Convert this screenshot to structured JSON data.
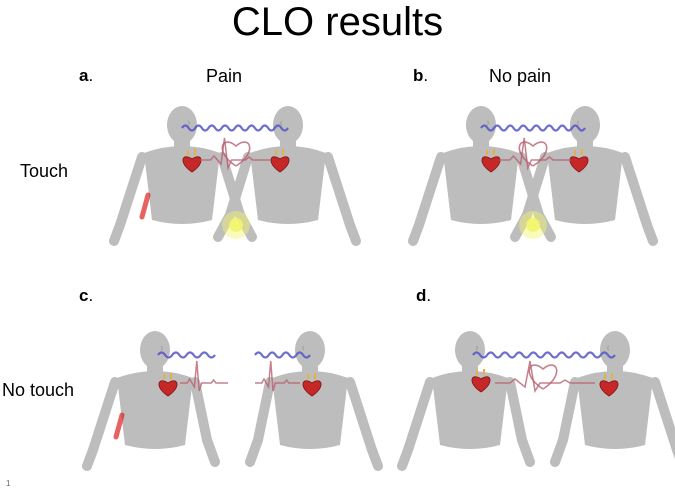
{
  "title": "CLO results",
  "columns": {
    "pain": "Pain",
    "no_pain": "No pain"
  },
  "rows": {
    "touch": "Touch",
    "no_touch": "No touch"
  },
  "panels": [
    {
      "letter": "a",
      "touch": true,
      "pain": true,
      "connected": true
    },
    {
      "letter": "b",
      "touch": true,
      "pain": false,
      "connected": true
    },
    {
      "letter": "c",
      "touch": false,
      "pain": true,
      "connected": false
    },
    {
      "letter": "d",
      "touch": false,
      "pain": false,
      "connected": true
    }
  ],
  "slide_number": "1",
  "colors": {
    "body": "#bdbdbd",
    "body_shade": "#9e9e9e",
    "brain_wave": "#5555c8",
    "heart_line": "#b86070",
    "pain_mark": "#e02020",
    "touch_glow": "#f2f56a"
  }
}
